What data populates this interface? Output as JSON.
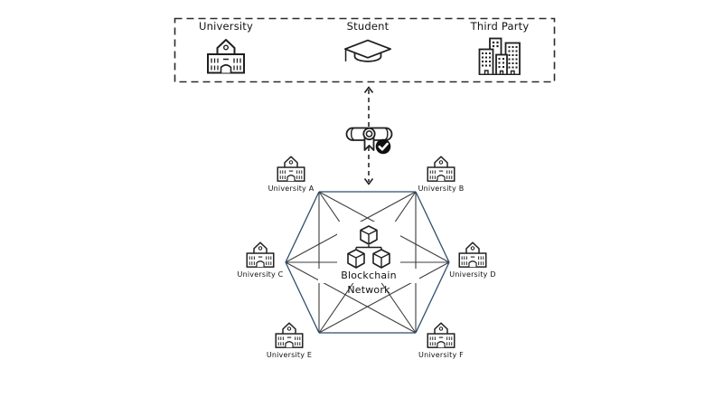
{
  "actors_panel": {
    "items": [
      {
        "label": "University",
        "icon": "university-icon"
      },
      {
        "label": "Student",
        "icon": "graduation-cap-icon"
      },
      {
        "label": "Third Party",
        "icon": "city-buildings-icon"
      }
    ]
  },
  "credential_flow": {
    "style": "dashed-double-arrow",
    "icon": "certificate-icon",
    "badge_icon": "check-icon"
  },
  "network": {
    "label": "Blockchain Network",
    "center_icon": "blockchain-cubes-icon",
    "topology": "full-mesh",
    "nodes": [
      {
        "label": "University A"
      },
      {
        "label": "University B"
      },
      {
        "label": "University C"
      },
      {
        "label": "University D"
      },
      {
        "label": "University E"
      },
      {
        "label": "University F"
      }
    ]
  },
  "colors": {
    "hexagon_edge": "#2e4e6e",
    "mesh_diagonal": "#3d3d3d",
    "icon_outline": "#1f1f1f",
    "dashed_border": "#2b2b2b",
    "badge_fill": "#101010",
    "background": "#ffffff"
  }
}
